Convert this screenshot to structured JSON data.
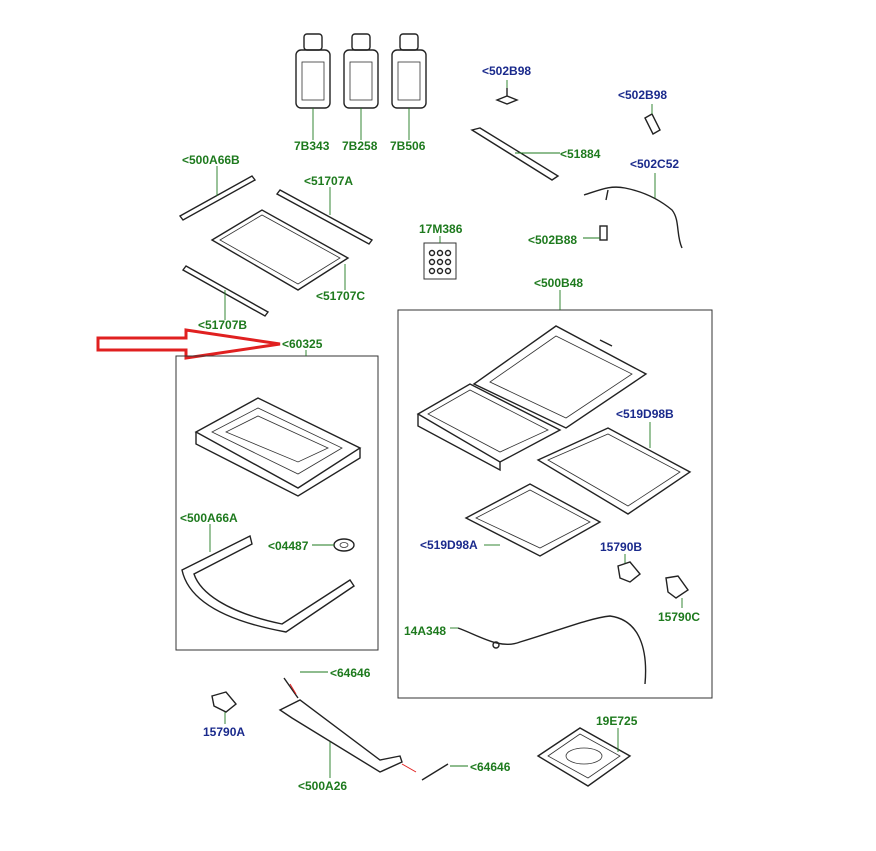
{
  "labels": {
    "b7b343": "7B343",
    "b7b258": "7B258",
    "b7b506": "7B506",
    "p502b98a": "<502B98",
    "p502b98b": "<502B98",
    "p51884": "<51884",
    "p502c52": "<502C52",
    "p502b88": "<502B88",
    "p500a66b": "<500A66B",
    "p51707a": "<51707A",
    "p51707c": "<51707C",
    "p51707b": "<51707B",
    "p17m386": "17M386",
    "p500b48": "<500B48",
    "p60325": "<60325",
    "p519d98b": "<519D98B",
    "p500a66a": "<500A66A",
    "p04487": "<04487",
    "p519d98a": "<519D98A",
    "p15790b": "15790B",
    "p15790c": "15790C",
    "p14a348": "14A348",
    "p64646a": "<64646",
    "p64646b": "<64646",
    "p15790a": "15790A",
    "p500a26": "<500A26",
    "p19e725": "19E725"
  },
  "colors": {
    "part_label_green": "#1e7a1e",
    "part_label_blue": "#1a2a8c",
    "arrow_red": "#e02020"
  }
}
